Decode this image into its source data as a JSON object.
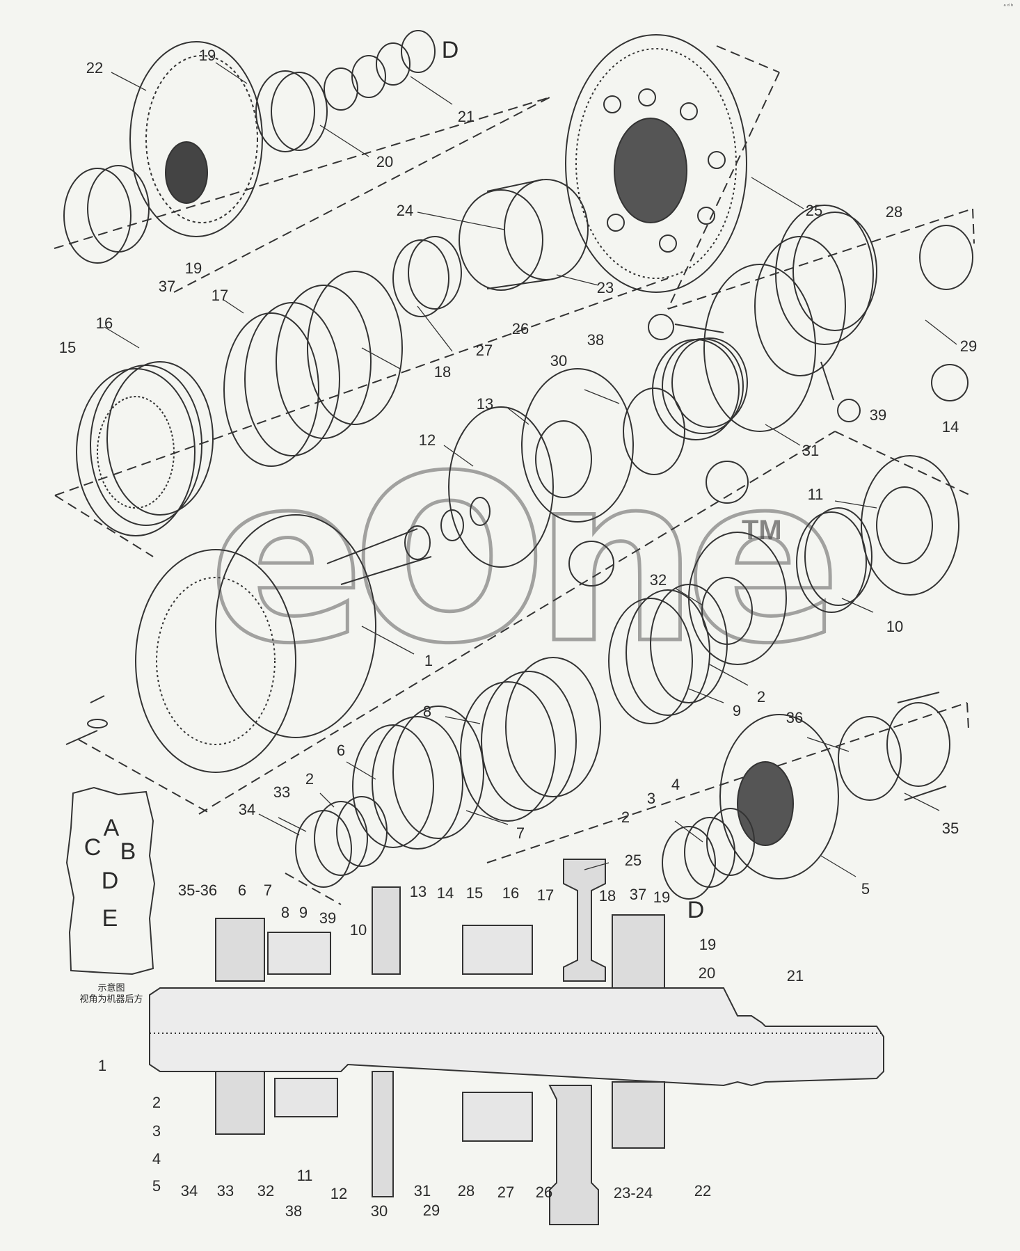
{
  "corner_mark": "ᵃ ᵈ ᵇ",
  "watermark": "eOne",
  "trademark": "TM",
  "groups": {
    "group_d_top": "D",
    "group_d_bottom": "D"
  },
  "locator": {
    "letters": [
      "A",
      "C",
      "B",
      "D",
      "E"
    ],
    "note_line1": "示意图",
    "note_line2": "视角为机器后方"
  },
  "exploded_labels": [
    "22",
    "19",
    "21",
    "20",
    "37",
    "19",
    "25",
    "24",
    "23",
    "28",
    "29",
    "26",
    "27",
    "18",
    "17",
    "16",
    "15",
    "38",
    "30",
    "13",
    "12",
    "31",
    "39",
    "14",
    "11",
    "32",
    "10",
    "1",
    "2",
    "9",
    "8",
    "36",
    "35",
    "6",
    "7",
    "34",
    "33",
    "2",
    "4",
    "3",
    "2",
    "5",
    "25"
  ],
  "section_labels": [
    "35-36",
    "6",
    "7",
    "8",
    "9",
    "39",
    "10",
    "13",
    "14",
    "15",
    "16",
    "17",
    "18",
    "37",
    "19",
    "19",
    "20",
    "21",
    "1",
    "2",
    "3",
    "4",
    "5",
    "34",
    "33",
    "32",
    "11",
    "38",
    "12",
    "30",
    "31",
    "29",
    "28",
    "27",
    "26",
    "23-24",
    "22"
  ]
}
